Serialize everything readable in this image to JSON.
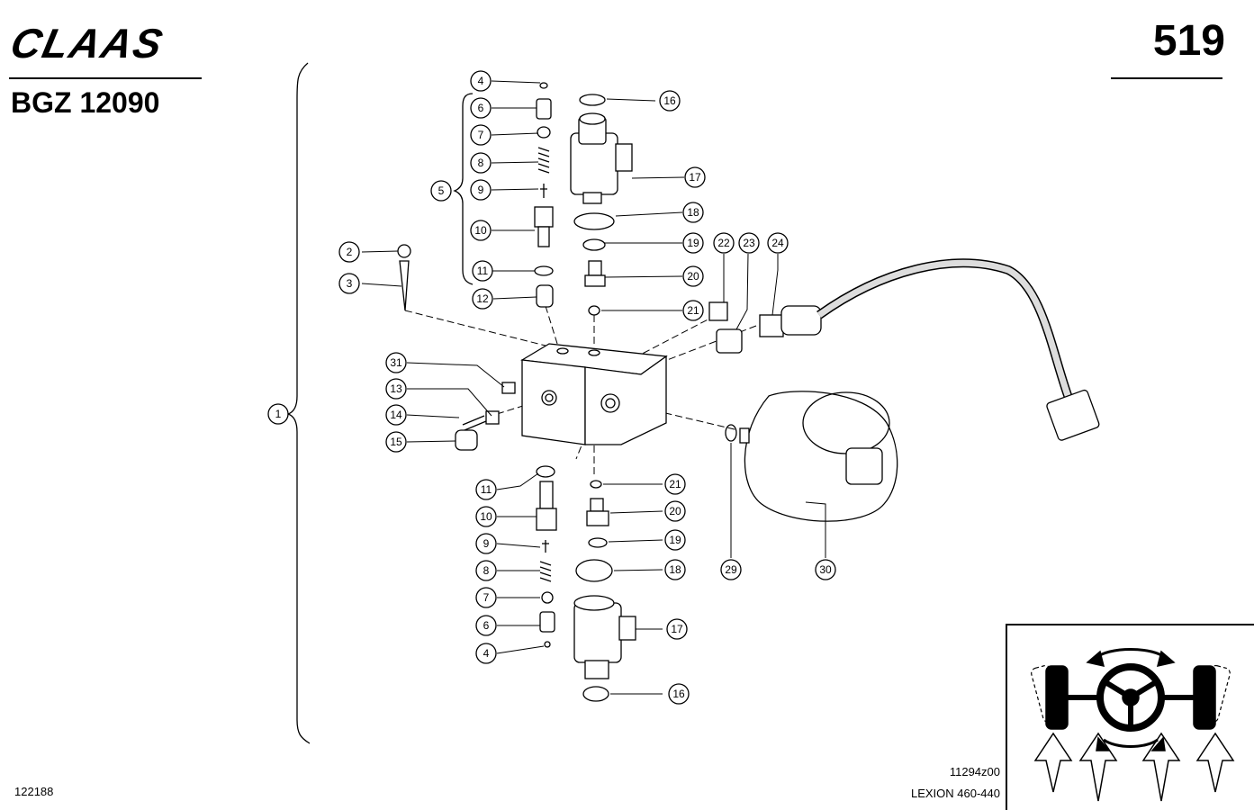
{
  "header": {
    "brand": "CLAAS",
    "page_number": "519",
    "doc_code": "BGZ 12090"
  },
  "footer": {
    "drawing_number": "11294z00",
    "model": "LEXION 460-440",
    "ref_number": "122188"
  },
  "callouts": {
    "c1": "1",
    "c2": "2",
    "c3": "3",
    "c4a": "4",
    "c5": "5",
    "c6a": "6",
    "c7a": "7",
    "c8a": "8",
    "c9a": "9",
    "c10a": "10",
    "c11a": "11",
    "c12": "12",
    "c16a": "16",
    "c17a": "17",
    "c18a": "18",
    "c19a": "19",
    "c20a": "20",
    "c21a": "21",
    "c22": "22",
    "c23": "23",
    "c24": "24",
    "c31": "31",
    "c13": "13",
    "c14": "14",
    "c15": "15",
    "c11b": "11",
    "c10b": "10",
    "c9b": "9",
    "c8b": "8",
    "c7b": "7",
    "c6b": "6",
    "c4b": "4",
    "c21b": "21",
    "c20b": "20",
    "c19b": "19",
    "c18b": "18",
    "c17b": "17",
    "c16b": "16",
    "c29": "29",
    "c30": "30"
  },
  "colors": {
    "line": "#000000",
    "background": "#ffffff"
  },
  "icons": {
    "inset": "steering-wheel-wheels-icon"
  }
}
